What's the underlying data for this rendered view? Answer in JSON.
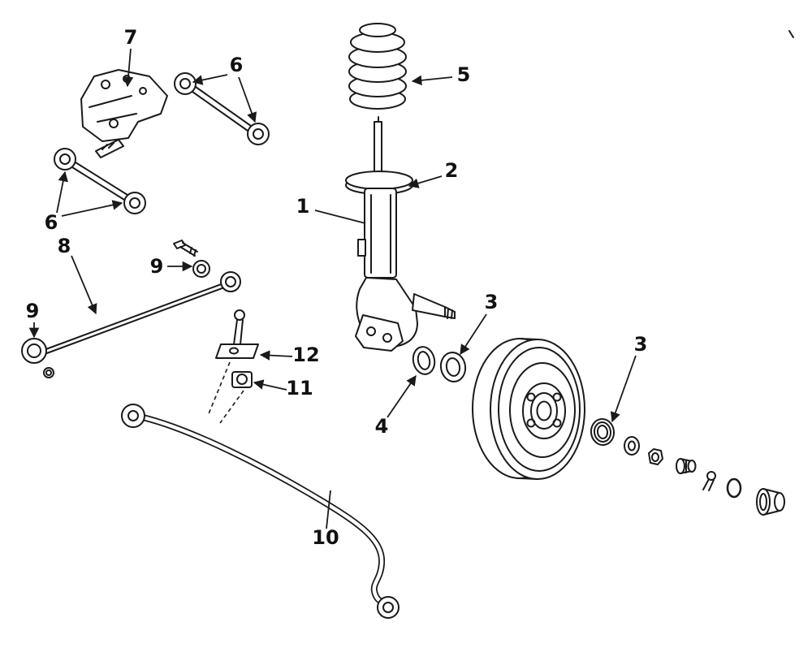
{
  "figure": {
    "background": "#ffffff",
    "ink_color": "#1a1a1a",
    "callouts": [
      {
        "label": "7"
      },
      {
        "label": "6"
      },
      {
        "label": "6"
      },
      {
        "label": "8"
      },
      {
        "label": "9"
      },
      {
        "label": "9"
      },
      {
        "label": "1"
      },
      {
        "label": "2"
      },
      {
        "label": "5"
      },
      {
        "label": "3"
      },
      {
        "label": "4"
      },
      {
        "label": "3"
      },
      {
        "label": "12"
      },
      {
        "label": "11"
      },
      {
        "label": "10"
      }
    ]
  }
}
